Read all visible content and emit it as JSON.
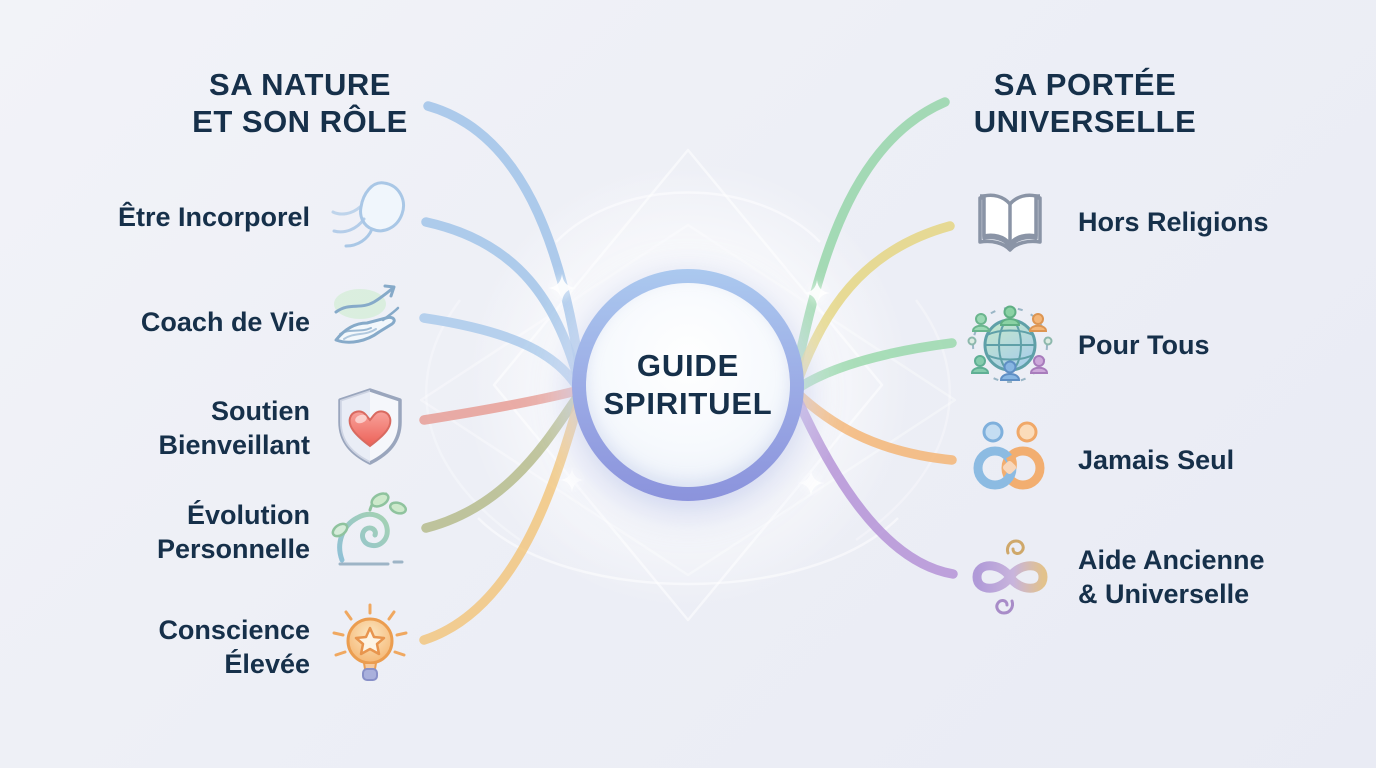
{
  "background_color": "#edeff6",
  "text_color": "#16304a",
  "center": {
    "title_lines": [
      "GUIDE",
      "SPIRITUEL"
    ],
    "ring_top_color": "#abc9ef",
    "ring_bottom_color": "#8b93dc"
  },
  "left_branch": {
    "heading_lines": [
      "SA NATURE",
      "ET SON RÔLE"
    ],
    "heading_line_color": "#9dc1e8",
    "items": [
      {
        "lines": [
          "Être Incorporel"
        ],
        "icon": "incorporeal-spirit-icon",
        "line_color": "#9fc2e8"
      },
      {
        "lines": [
          "Coach de Vie"
        ],
        "icon": "hand-growth-icon",
        "line_color": "#a8c8ea"
      },
      {
        "lines": [
          "Soutien",
          "Bienveillant"
        ],
        "icon": "shield-heart-icon",
        "line_color": "#e79b93"
      },
      {
        "lines": [
          "Évolution",
          "Personnelle"
        ],
        "icon": "spiral-growth-icon",
        "line_color": "#b3ba88"
      },
      {
        "lines": [
          "Conscience",
          "Élevée"
        ],
        "icon": "lightbulb-star-icon",
        "line_color": "#f2c47a"
      }
    ]
  },
  "right_branch": {
    "heading_lines": [
      "SA PORTÉE",
      "UNIVERSELLE"
    ],
    "heading_line_color": "#93d4a6",
    "items": [
      {
        "lines": [
          "Hors Religions"
        ],
        "icon": "open-book-icon",
        "line_color": "#e4d47e"
      },
      {
        "lines": [
          "Pour Tous"
        ],
        "icon": "globe-people-icon",
        "line_color": "#97d8a9"
      },
      {
        "lines": [
          "Jamais Seul"
        ],
        "icon": "linked-people-icon",
        "line_color": "#f4b372"
      },
      {
        "lines": [
          "Aide Ancienne",
          "& Universelle"
        ],
        "icon": "infinity-spiral-icon",
        "line_color": "#b28fd6"
      }
    ]
  }
}
